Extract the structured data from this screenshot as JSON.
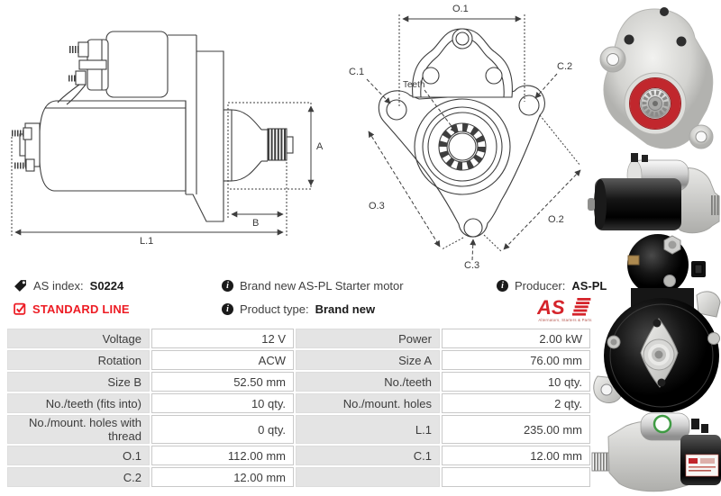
{
  "colors": {
    "brand_red": "#ed1c24",
    "logo_red": "#d5232a",
    "table_label_bg": "#e4e4e4",
    "text": "#3c3c3c",
    "drawing_line": "#3e3e3e",
    "photo_red_ring": "#c1272d"
  },
  "icons": {
    "info_glyph": "i",
    "tag": "tag-icon",
    "checkbox": "checked-box-icon"
  },
  "info": {
    "as_index_label": "AS index:",
    "as_index_value": "S0224",
    "standard_line": "STANDARD LINE",
    "brand_new_text": "Brand new AS-PL Starter motor",
    "product_type_label": "Product type:",
    "product_type_value": "Brand new",
    "producer_label": "Producer:",
    "producer_value": "AS-PL",
    "logo_text": "AS",
    "logo_tagline": "Alternators, Starters & Parts"
  },
  "diagram_side": {
    "labels": {
      "a": "A",
      "b": "B",
      "l1": "L.1"
    }
  },
  "diagram_front": {
    "labels": {
      "o1": "O.1",
      "c1": "C.1",
      "c2": "C.2",
      "teeth": "Teeth",
      "o3": "O.3",
      "o2": "O.2",
      "c3": "C.3"
    }
  },
  "spec_table": {
    "rows": [
      {
        "l1": "Voltage",
        "v1": "12 V",
        "l2": "Power",
        "v2": "2.00 kW"
      },
      {
        "l1": "Rotation",
        "v1": "ACW",
        "l2": "Size A",
        "v2": "76.00 mm"
      },
      {
        "l1": "Size B",
        "v1": "52.50 mm",
        "l2": "No./teeth",
        "v2": "10 qty."
      },
      {
        "l1": "No./teeth (fits into)",
        "v1": "10 qty.",
        "l2": "No./mount. holes",
        "v2": "2 qty."
      },
      {
        "l1": "No./mount. holes with thread",
        "v1": "0 qty.",
        "l2": "L.1",
        "v2": "235.00 mm"
      },
      {
        "l1": "O.1",
        "v1": "112.00 mm",
        "l2": "C.1",
        "v2": "12.00 mm"
      },
      {
        "l1": "C.2",
        "v1": "12.00 mm",
        "l2": "",
        "v2": ""
      }
    ]
  }
}
